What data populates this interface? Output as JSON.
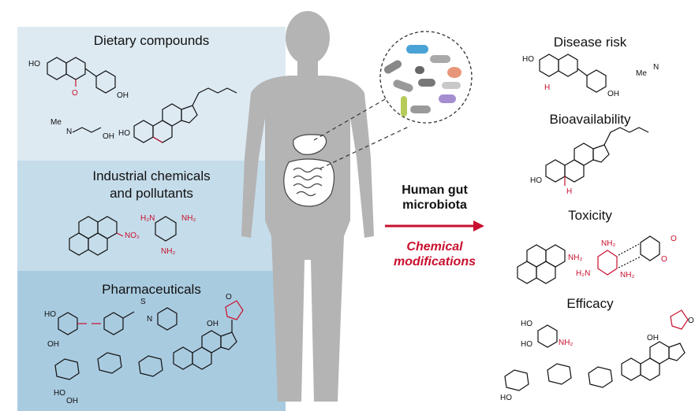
{
  "left_panels": [
    {
      "title": "Dietary compounds"
    },
    {
      "title_line1": "Industrial chemicals",
      "title_line2": "and pollutants"
    },
    {
      "title": "Pharmaceuticals"
    }
  ],
  "center": {
    "title_line1": "Human gut",
    "title_line2": "microbiota",
    "action_line1": "Chemical",
    "action_line2": "modifications"
  },
  "right_titles": [
    "Disease risk",
    "Bioavailability",
    "Toxicity",
    "Efficacy"
  ],
  "atoms": {
    "ho": "HO",
    "oh": "OH",
    "o": "O",
    "h": "H",
    "n": "N",
    "nh2": "NH₂",
    "h2n": "H₂N",
    "no2": "NO₂",
    "s": "S",
    "me": "Me"
  },
  "colors": {
    "panel_top": "#ddeaf2",
    "panel_mid": "#c5dcea",
    "panel_bottom": "#a9cbe0",
    "silhouette": "#b4b4b4",
    "accent_red": "#c8102e"
  }
}
